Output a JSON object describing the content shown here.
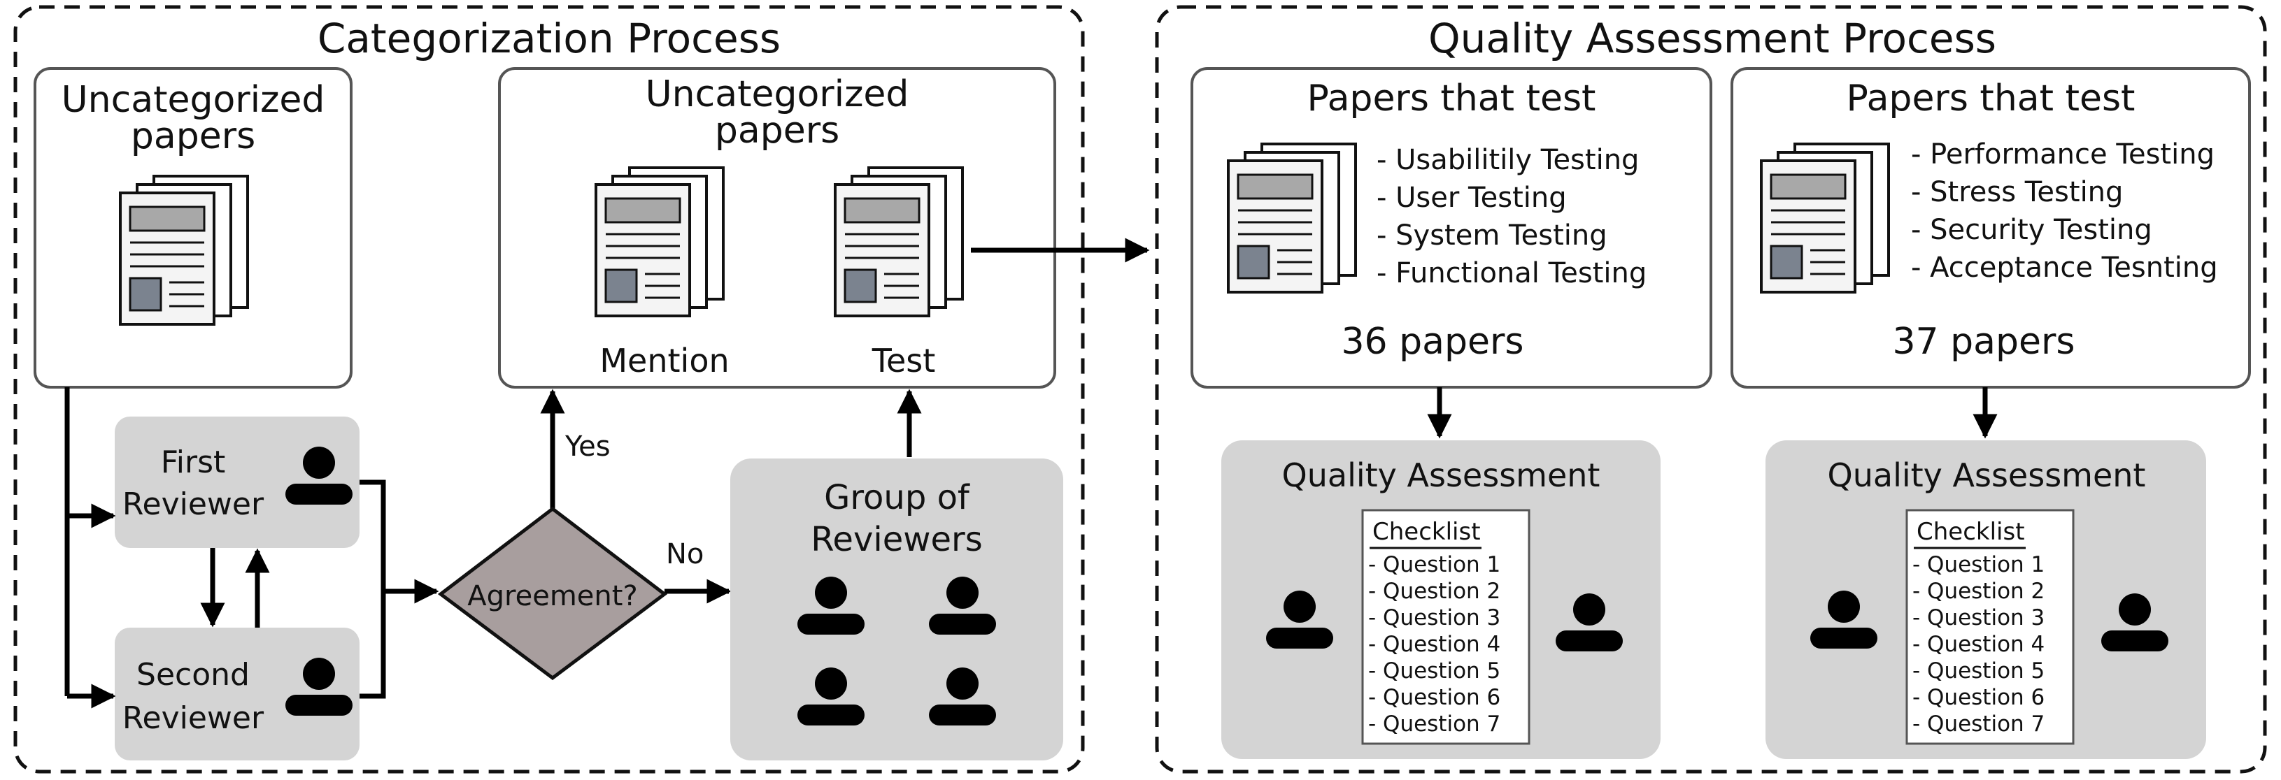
{
  "categorization": {
    "title": "Categorization Process",
    "uncategorized_left": [
      "Uncategorized",
      "papers"
    ],
    "uncategorized_top": [
      "Uncategorized",
      "papers"
    ],
    "mention_label": "Mention",
    "test_label": "Test",
    "first_reviewer": [
      "First",
      "Reviewer"
    ],
    "second_reviewer": [
      "Second",
      "Reviewer"
    ],
    "agreement": "Agreement?",
    "yes": "Yes",
    "no": "No",
    "group_reviewers": [
      "Group of",
      "Reviewers"
    ]
  },
  "quality": {
    "title": "Quality Assessment Process",
    "panels": [
      {
        "heading": "Papers that test",
        "items": [
          "- Usabilitily Testing",
          "- User Testing",
          "- System Testing",
          "- Functional Testing"
        ],
        "count": "36 papers",
        "qa_title": "Quality Assessment",
        "checklist_title": "Checklist",
        "questions": [
          "- Question 1",
          "- Question 2",
          "- Question 3",
          "- Question 4",
          "- Question 5",
          "- Question 6",
          "- Question 7"
        ]
      },
      {
        "heading": "Papers that test",
        "items": [
          "- Performance Testing",
          "- Stress Testing",
          "- Security Testing",
          "- Acceptance Tesnting"
        ],
        "count": "37 papers",
        "qa_title": "Quality Assessment",
        "checklist_title": "Checklist",
        "questions": [
          "- Question 1",
          "- Question 2",
          "- Question 3",
          "- Question 4",
          "- Question 5",
          "- Question 6",
          "- Question 7"
        ]
      }
    ]
  },
  "colors": {
    "gray_box": "#d4d4d4",
    "diamond": "#a89e9e",
    "paper_header": "#a8a8a8",
    "paper_image": "#7b838f"
  }
}
